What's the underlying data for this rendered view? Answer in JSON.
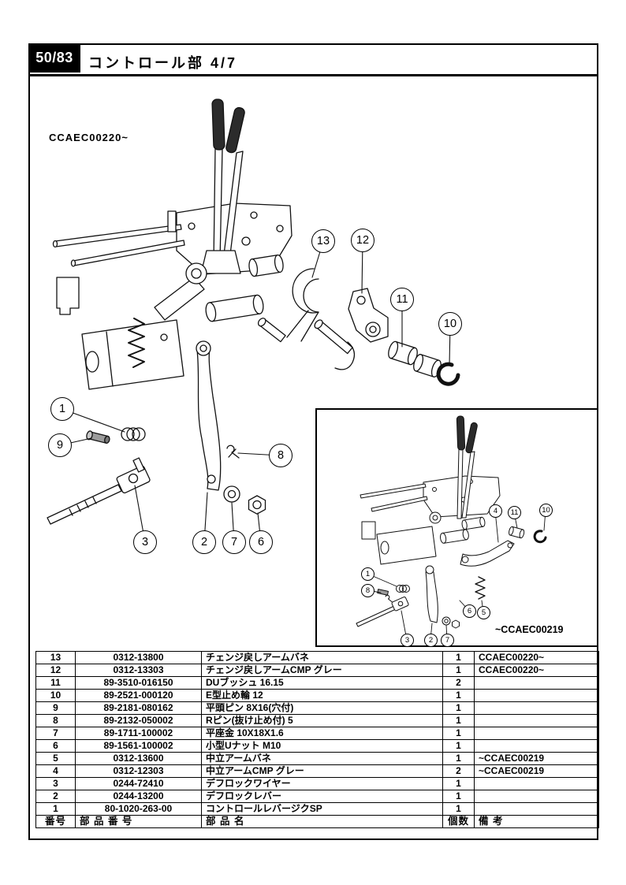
{
  "page": {
    "page_number": "50/83",
    "title": "コントロール部 4/7"
  },
  "diagram": {
    "serial_label_main": "CCAEC00220~",
    "serial_label_inset": "~CCAEC00219",
    "callouts_main": [
      "13",
      "12",
      "11",
      "10",
      "1",
      "9",
      "8",
      "3",
      "2",
      "7",
      "6"
    ],
    "callouts_inset": [
      "4",
      "11",
      "10",
      "1",
      "8",
      "6",
      "5",
      "3",
      "2",
      "7"
    ]
  },
  "table": {
    "headers": {
      "no": "番号",
      "part_no": "部 品 番 号",
      "name": "部 品 名",
      "qty": "個数",
      "remarks": "備  考"
    },
    "rows": [
      {
        "no": "13",
        "part_no": "0312-13800",
        "name": "チェンジ戻しアームバネ",
        "qty": "1",
        "remarks": "CCAEC00220~"
      },
      {
        "no": "12",
        "part_no": "0312-13303",
        "name": "チェンジ戻しアームCMP グレー",
        "qty": "1",
        "remarks": "CCAEC00220~"
      },
      {
        "no": "11",
        "part_no": "89-3510-016150",
        "name": "DUブッシュ 16.15",
        "qty": "2",
        "remarks": ""
      },
      {
        "no": "10",
        "part_no": "89-2521-000120",
        "name": "E型止め輪 12",
        "qty": "1",
        "remarks": ""
      },
      {
        "no": "9",
        "part_no": "89-2181-080162",
        "name": "平頭ピン 8X16(穴付)",
        "qty": "1",
        "remarks": ""
      },
      {
        "no": "8",
        "part_no": "89-2132-050002",
        "name": "Rピン(抜け止め付) 5",
        "qty": "1",
        "remarks": ""
      },
      {
        "no": "7",
        "part_no": "89-1711-100002",
        "name": "平座金 10X18X1.6",
        "qty": "1",
        "remarks": ""
      },
      {
        "no": "6",
        "part_no": "89-1561-100002",
        "name": "小型Uナット M10",
        "qty": "1",
        "remarks": ""
      },
      {
        "no": "5",
        "part_no": "0312-13600",
        "name": "中立アームバネ",
        "qty": "1",
        "remarks": "~CCAEC00219"
      },
      {
        "no": "4",
        "part_no": "0312-12303",
        "name": "中立アームCMP グレー",
        "qty": "2",
        "remarks": "~CCAEC00219"
      },
      {
        "no": "3",
        "part_no": "0244-72410",
        "name": "デフロックワイヤー",
        "qty": "1",
        "remarks": ""
      },
      {
        "no": "2",
        "part_no": "0244-13200",
        "name": "デフロックレバー",
        "qty": "1",
        "remarks": ""
      },
      {
        "no": "1",
        "part_no": "80-1020-263-00",
        "name": "コントロールレバージクSP",
        "qty": "1",
        "remarks": ""
      }
    ]
  }
}
